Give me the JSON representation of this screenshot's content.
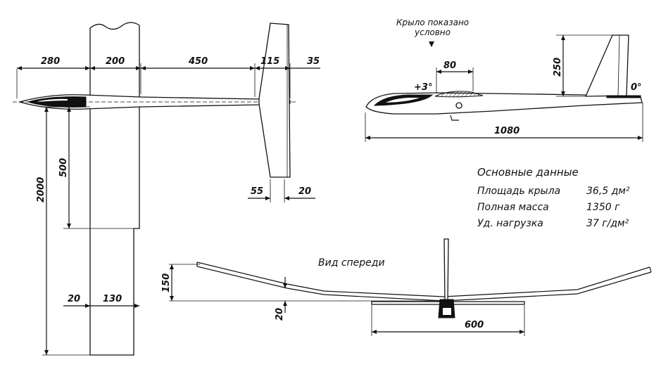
{
  "top_view": {
    "dims": {
      "nose": "280",
      "wing_chord": "200",
      "boom": "450",
      "stab_chord": "115",
      "stab_tail": "35",
      "wing_half_span": "2000",
      "offset": "500",
      "tip_offset": "20",
      "tip_chord": "130",
      "stab_a": "55",
      "stab_b": "20"
    }
  },
  "side_view": {
    "note_line1": "Крыло показано",
    "note_line2": "условно",
    "dims": {
      "chord": "80",
      "wing_angle": "+3°",
      "fin_height": "250",
      "stab_angle": "0°",
      "length": "1080"
    }
  },
  "specs": {
    "title": "Основные данные",
    "rows": [
      {
        "label": "Площадь крыла",
        "value": "36,5 дм²"
      },
      {
        "label": "Полная масса",
        "value": "1350 г"
      },
      {
        "label": "Уд. нагрузка",
        "value": "37 г/дм²"
      }
    ]
  },
  "front_view": {
    "title": "Вид спереди",
    "dims": {
      "dihedral": "150",
      "center_rise": "20",
      "stab_span": "600"
    }
  }
}
